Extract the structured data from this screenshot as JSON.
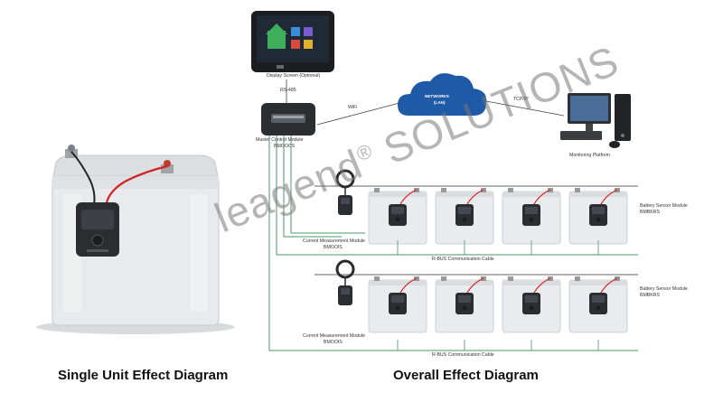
{
  "captions": {
    "single": "Single Unit Effect Diagram",
    "overall": "Overall Effect Diagram"
  },
  "labels": {
    "display_screen": "Display Screen (Optional)",
    "rs485": "RS-485",
    "master_line1": "Master Control Module",
    "master_line2": "BMOOCS",
    "wifi": "WiFi",
    "network_line1": "NETWORKS",
    "network_line2": "(LAN)",
    "tcpip": "TCP/IP",
    "monitoring": "Monitoring Platform",
    "sensor_top_line1": "Battery Sensor Module",
    "sensor_top_line2": "BMBKRS",
    "sensor_bot_line1": "Battery Sensor Module",
    "sensor_bot_line2": "BMBKRS",
    "current_top_line1": "Current Measurement Module",
    "current_top_line2": "BMOOIS",
    "current_bot_line1": "Current Measurement Module",
    "current_bot_line2": "BMOOIS",
    "rbus_top": "R-BUS Communication Cable",
    "rbus_bot": "R-BUS Communication Cable"
  },
  "watermark": {
    "brand": "leagend",
    "mark": "®",
    "word": "SOLUTIONS"
  },
  "colors": {
    "cloud": "#1f5aa6",
    "bus_line": "#4a9a6a",
    "red_cable": "#d32020",
    "battery_body": "#e9ebee",
    "module": "#2b2d31"
  }
}
